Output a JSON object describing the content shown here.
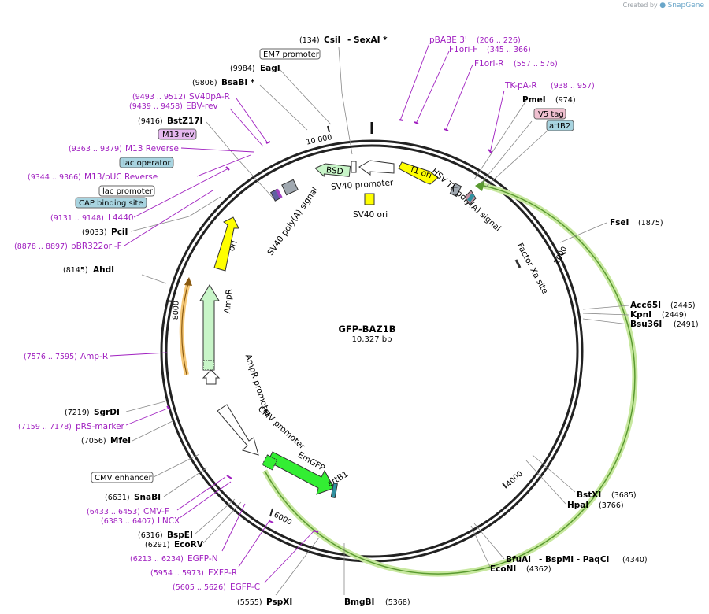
{
  "credit": {
    "prefix": "Created by",
    "brand": "SnapGene"
  },
  "plasmid": {
    "name": "GFP-BAZ1B",
    "size_label": "10,327 bp"
  },
  "ticks": [
    {
      "label": "2000"
    },
    {
      "label": "4000"
    },
    {
      "label": "6000"
    },
    {
      "label": "8000"
    },
    {
      "label": "10,000"
    }
  ],
  "sites": [
    {
      "name": "CsiI",
      "pos": "(134)",
      "extra": "- SexAI *"
    },
    {
      "name": "EagI",
      "pos": "(9984)"
    },
    {
      "name": "BsaBI *",
      "pos": "(9806)"
    },
    {
      "name": "BstZ17I",
      "pos": "(9416)"
    },
    {
      "name": "PciI",
      "pos": "(9033)"
    },
    {
      "name": "AhdI",
      "pos": "(8145)"
    },
    {
      "name": "SgrDI",
      "pos": "(7219)"
    },
    {
      "name": "MfeI",
      "pos": "(7056)"
    },
    {
      "name": "SnaBI",
      "pos": "(6631)"
    },
    {
      "name": "BspEI",
      "pos": "(6316)"
    },
    {
      "name": "EcoRV",
      "pos": "(6291)"
    },
    {
      "name": "PspXI",
      "pos": "(5555)"
    },
    {
      "name": "BmgBI",
      "pos": "(5368)"
    },
    {
      "name": "PmeI",
      "pos": "(974)"
    },
    {
      "name": "FseI",
      "pos": "(1875)"
    },
    {
      "name": "Acc65I",
      "pos": "(2445)"
    },
    {
      "name": "KpnI",
      "pos": "(2449)"
    },
    {
      "name": "Bsu36I",
      "pos": "(2491)"
    },
    {
      "name": "BstXI",
      "pos": "(3685)"
    },
    {
      "name": "HpaI",
      "pos": "(3766)"
    },
    {
      "name": "BfuAI",
      "extra": "- BspMI   - PaqCI",
      "pos": "(4340)"
    },
    {
      "name": "EcoNI",
      "pos": "(4362)"
    }
  ],
  "primers": [
    {
      "name": "pBABE 3'",
      "pos": "(206 .. 226)"
    },
    {
      "name": "F1ori-F",
      "pos": "(345 .. 366)"
    },
    {
      "name": "F1ori-R",
      "pos": "(557 .. 576)"
    },
    {
      "name": "TK-pA-R",
      "pos": "(938 .. 957)"
    },
    {
      "name": "SV40pA-R",
      "pos": "(9493 .. 9512)"
    },
    {
      "name": "EBV-rev",
      "pos": "(9439 .. 9458)"
    },
    {
      "name": "M13 Reverse",
      "pos": "(9363 .. 9379)"
    },
    {
      "name": "M13/pUC Reverse",
      "pos": "(9344 .. 9366)"
    },
    {
      "name": "L4440",
      "pos": "(9131 .. 9148)"
    },
    {
      "name": "pBR322ori-F",
      "pos": "(8878 .. 8897)"
    },
    {
      "name": "Amp-R",
      "pos": "(7576 .. 7595)"
    },
    {
      "name": "pRS-marker",
      "pos": "(7159 .. 7178)"
    },
    {
      "name": "CMV-F",
      "pos": "(6433 .. 6453)"
    },
    {
      "name": "LNCX",
      "pos": "(6383 .. 6407)"
    },
    {
      "name": "EGFP-N",
      "pos": "(6213 .. 6234)"
    },
    {
      "name": "EXFP-R",
      "pos": "(5954 .. 5973)"
    },
    {
      "name": "EGFP-C",
      "pos": "(5605 .. 5626)"
    }
  ],
  "boxed_features": [
    {
      "name": "EM7 promoter",
      "color": "#ffffff"
    },
    {
      "name": "M13 rev",
      "color": "#e6b8f0"
    },
    {
      "name": "lac operator",
      "color": "#a8d4e0"
    },
    {
      "name": "lac promoter",
      "color": "#ffffff"
    },
    {
      "name": "CAP binding site",
      "color": "#a8d4e0"
    },
    {
      "name": "V5 tag",
      "color": "#f0c0d0"
    },
    {
      "name": "attB2",
      "color": "#a8d4e0"
    },
    {
      "name": "CMV enhancer",
      "color": "#ffffff"
    }
  ],
  "features": [
    {
      "name": "BSD",
      "color": "#c8f5c8"
    },
    {
      "name": "SV40 promoter",
      "color": "#ffffff"
    },
    {
      "name": "f1 ori",
      "color": "#ffff00"
    },
    {
      "name": "SV40 ori",
      "color": "#ffff00"
    },
    {
      "name": "HSV TK poly(A) signal",
      "color": "#a0a8b0"
    },
    {
      "name": "SV40 poly(A) signal",
      "color": "#a0a8b0"
    },
    {
      "name": "Factor Xa site"
    },
    {
      "name": "ori",
      "color": "#ffff00"
    },
    {
      "name": "AmpR",
      "color": "#c8f5c8"
    },
    {
      "name": "AmpR promoter",
      "color": "#ffffff"
    },
    {
      "name": "CMV promoter",
      "color": "#ffffff"
    },
    {
      "name": "EmGFP",
      "color": "#33ee33"
    },
    {
      "name": "attB1",
      "color": "#3090a0"
    }
  ],
  "colors": {
    "primer": "#a020c0",
    "backbone": "#222222",
    "insert_outline": "#c8e8a0",
    "amp_outline": "#f5c878"
  }
}
